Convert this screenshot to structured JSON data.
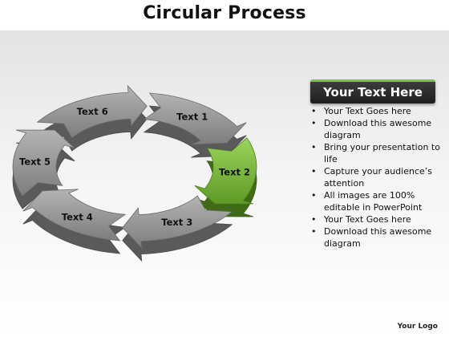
{
  "title": "Circular Process",
  "diagram": {
    "segments": [
      {
        "label": "Text 1",
        "color": "#9a9a9a"
      },
      {
        "label": "Text 2",
        "color": "#7dc242"
      },
      {
        "label": "Text 3",
        "color": "#9a9a9a"
      },
      {
        "label": "Text 4",
        "color": "#9a9a9a"
      },
      {
        "label": "Text 5",
        "color": "#9a9a9a"
      },
      {
        "label": "Text 6",
        "color": "#9a9a9a"
      }
    ]
  },
  "panel": {
    "header": "Your Text Here",
    "accent": "#7dc242",
    "bullets": [
      "Your Text Goes here",
      "Download this awesome diagram",
      "Bring your presentation to life",
      "Capture your audience’s attention",
      "All images are 100% editable in PowerPoint",
      "Your Text Goes here",
      "Download this awesome diagram"
    ]
  },
  "logo": "Your Logo"
}
